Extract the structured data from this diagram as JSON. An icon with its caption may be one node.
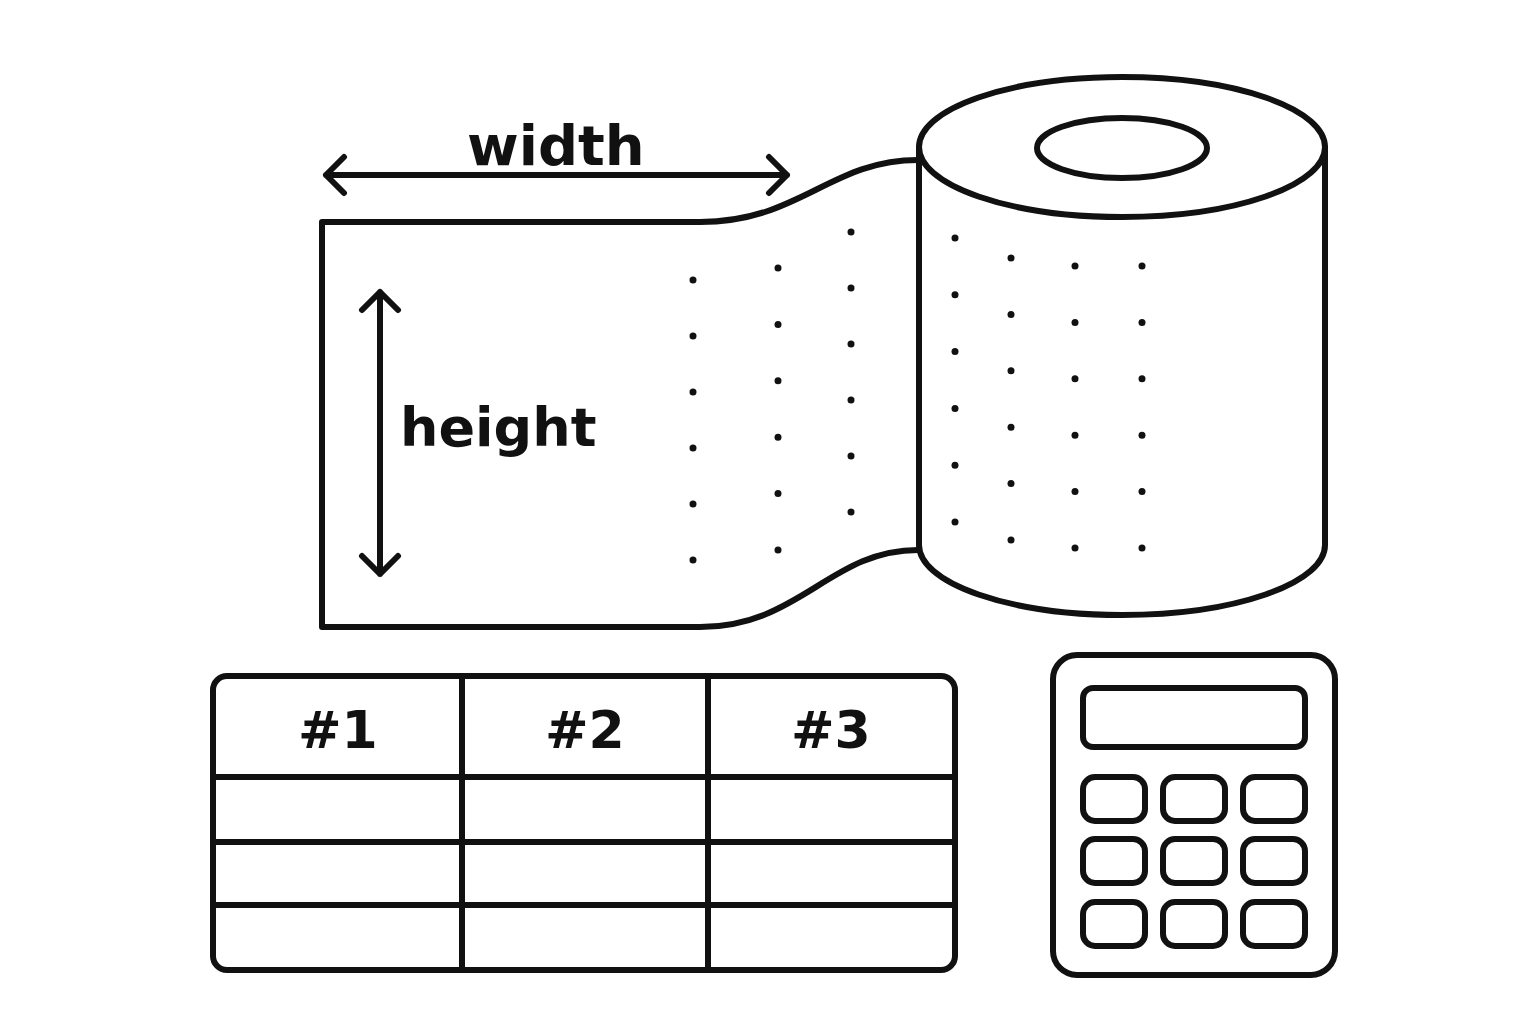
{
  "diagram": {
    "labels": [
      "width",
      "height",
      "#1",
      "#2",
      "#3"
    ]
  }
}
